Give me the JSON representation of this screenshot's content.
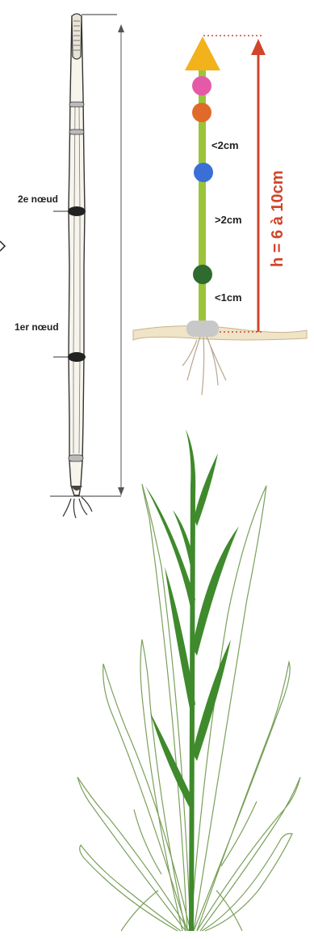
{
  "stem_diagram": {
    "node2_label": "2e nœud",
    "node1_label": "1er nœud"
  },
  "growth_diagram": {
    "gap_top_label": "<2cm",
    "gap_middle_label": ">2cm",
    "gap_bottom_label": "<1cm",
    "height_label": "h = 6 à 10cm",
    "colors": {
      "apex": "#f2b21c",
      "bud_pink": "#e55aa8",
      "bud_orange": "#e06a2a",
      "bud_blue": "#3b6fd6",
      "bud_green": "#2f6b2f",
      "stem": "#9cc43a",
      "arrow": "#d2452a",
      "ground": "#e8d8b8",
      "base": "#c8c8c8"
    }
  },
  "plant": {
    "colors": {
      "dark_leaf": "#3f8a2c",
      "outline": "#7aa05a"
    }
  }
}
